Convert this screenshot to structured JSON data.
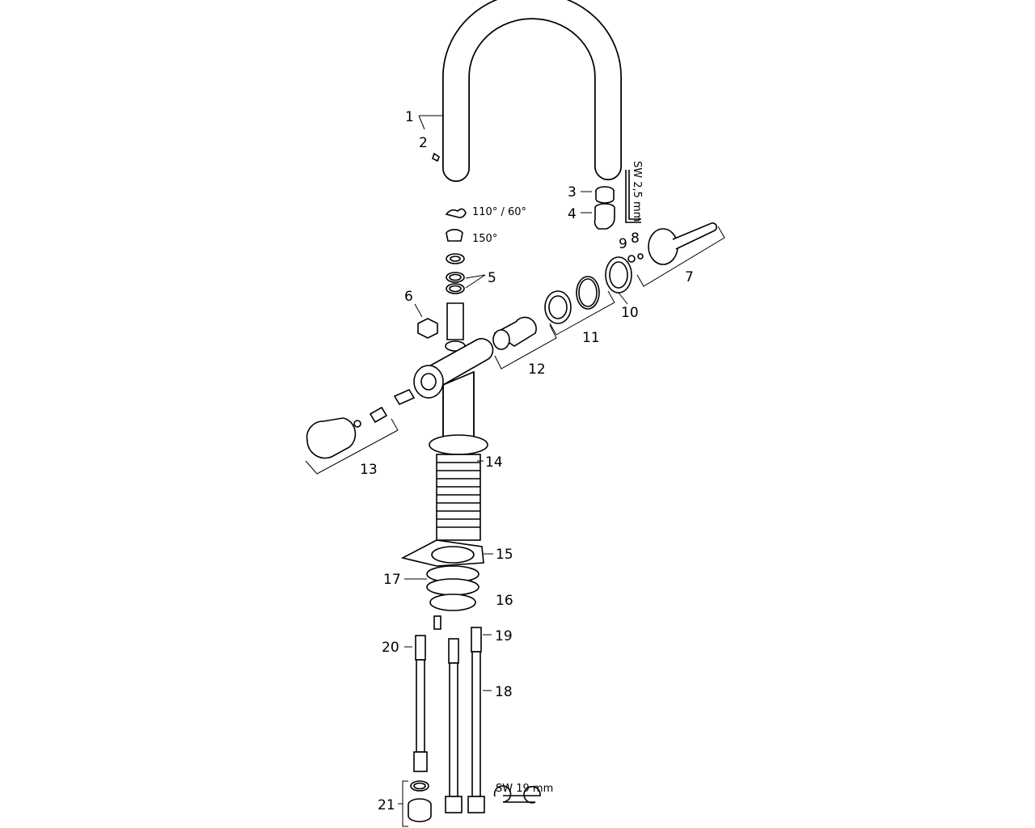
{
  "diagram": {
    "title": "Exploded parts diagram of kitchen mixer tap",
    "labels": {
      "p1": "1",
      "p2": "2",
      "p3": "3",
      "p4": "4",
      "p5": "5",
      "p6": "6",
      "p7": "7",
      "p8": "8",
      "p9": "9",
      "p10": "10",
      "p11": "11",
      "p12": "12",
      "p13": "13",
      "p14": "14",
      "p15": "15",
      "p16": "16",
      "p17": "17",
      "p18": "18",
      "p19": "19",
      "p20": "20",
      "p21": "21"
    },
    "annotations": {
      "angle_a": "110° / 60°",
      "angle_b": "150°",
      "hex_key": "SW 2,5 mm",
      "wrench": "SW 19 mm"
    }
  }
}
